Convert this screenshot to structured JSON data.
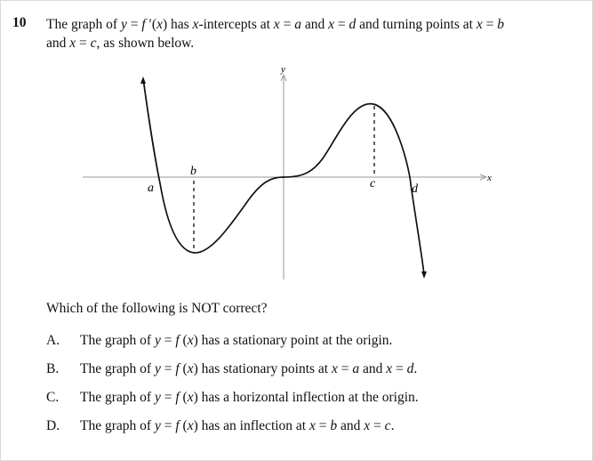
{
  "question": {
    "number": "10",
    "stem_line1": [
      {
        "t": "The graph of ",
        "i": false
      },
      {
        "t": "y",
        "i": true
      },
      {
        "t": " = ",
        "i": false
      },
      {
        "t": "f",
        "i": true
      },
      {
        "t": " ′(",
        "i": false
      },
      {
        "t": "x",
        "i": true
      },
      {
        "t": ") has ",
        "i": false
      },
      {
        "t": "x",
        "i": true
      },
      {
        "t": "-intercepts at ",
        "i": false
      },
      {
        "t": "x",
        "i": true
      },
      {
        "t": " = ",
        "i": false
      },
      {
        "t": "a",
        "i": true
      },
      {
        "t": " and ",
        "i": false
      },
      {
        "t": "x",
        "i": true
      },
      {
        "t": " = ",
        "i": false
      },
      {
        "t": "d",
        "i": true
      },
      {
        "t": " and turning points at ",
        "i": false
      },
      {
        "t": "x",
        "i": true
      },
      {
        "t": " = ",
        "i": false
      },
      {
        "t": "b",
        "i": true
      }
    ],
    "stem_line2": [
      {
        "t": "and ",
        "i": false
      },
      {
        "t": "x",
        "i": true
      },
      {
        "t": " = ",
        "i": false
      },
      {
        "t": "c",
        "i": true
      },
      {
        "t": ", as shown below.",
        "i": false
      }
    ],
    "prompt": "Which of the following is NOT correct?",
    "options": [
      {
        "letter": "A.",
        "parts": [
          {
            "t": "The graph of ",
            "i": false
          },
          {
            "t": "y",
            "i": true
          },
          {
            "t": " = ",
            "i": false
          },
          {
            "t": "f",
            "i": true
          },
          {
            "t": " (",
            "i": false
          },
          {
            "t": "x",
            "i": true
          },
          {
            "t": ") has a stationary point at the origin.",
            "i": false
          }
        ]
      },
      {
        "letter": "B.",
        "parts": [
          {
            "t": "The graph of ",
            "i": false
          },
          {
            "t": "y",
            "i": true
          },
          {
            "t": " = ",
            "i": false
          },
          {
            "t": "f",
            "i": true
          },
          {
            "t": " (",
            "i": false
          },
          {
            "t": "x",
            "i": true
          },
          {
            "t": ") has stationary points at ",
            "i": false
          },
          {
            "t": "x",
            "i": true
          },
          {
            "t": " = ",
            "i": false
          },
          {
            "t": "a",
            "i": true
          },
          {
            "t": " and ",
            "i": false
          },
          {
            "t": "x",
            "i": true
          },
          {
            "t": " = ",
            "i": false
          },
          {
            "t": "d",
            "i": true
          },
          {
            "t": ".",
            "i": false
          }
        ]
      },
      {
        "letter": "C.",
        "parts": [
          {
            "t": "The graph of ",
            "i": false
          },
          {
            "t": "y",
            "i": true
          },
          {
            "t": " = ",
            "i": false
          },
          {
            "t": "f",
            "i": true
          },
          {
            "t": " (",
            "i": false
          },
          {
            "t": "x",
            "i": true
          },
          {
            "t": ") has a horizontal inflection at the origin.",
            "i": false
          }
        ]
      },
      {
        "letter": "D.",
        "parts": [
          {
            "t": "The graph of ",
            "i": false
          },
          {
            "t": "y",
            "i": true
          },
          {
            "t": " = ",
            "i": false
          },
          {
            "t": "f",
            "i": true
          },
          {
            "t": " (",
            "i": false
          },
          {
            "t": "x",
            "i": true
          },
          {
            "t": ") has an inflection at ",
            "i": false
          },
          {
            "t": "x",
            "i": true
          },
          {
            "t": " = ",
            "i": false
          },
          {
            "t": "b",
            "i": true
          },
          {
            "t": " and ",
            "i": false
          },
          {
            "t": "x",
            "i": true
          },
          {
            "t": " = ",
            "i": false
          },
          {
            "t": "c",
            "i": true
          },
          {
            "t": ".",
            "i": false
          }
        ]
      }
    ]
  },
  "graph": {
    "x_axis_label": "x",
    "y_axis_label": "y",
    "point_labels": {
      "a": "a",
      "b": "b",
      "c": "c",
      "d": "d"
    }
  }
}
